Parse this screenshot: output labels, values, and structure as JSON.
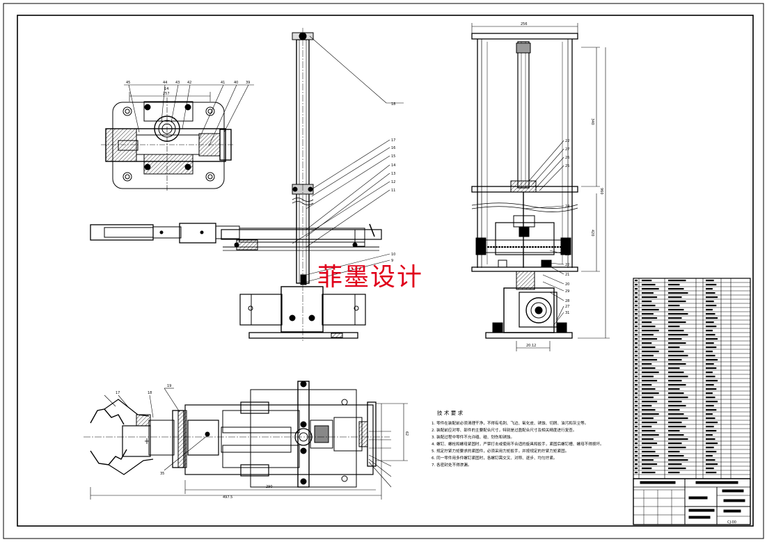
{
  "watermark": "菲墨设计",
  "colors": {
    "line": "#000000",
    "watermark": "#e0001a",
    "paper": "#ffffff"
  },
  "tech_req": {
    "title": "技 术 要 求",
    "items": [
      "1. 零件在装配前必须清理干净，不得有毛刺、飞边、氧化皮、锈蚀、切屑、油污和灰尘等。",
      "2. 装配前应对零、部件的主要配合尺寸，特别是过盈配合尺寸及相关精度进行复查。",
      "3. 装配过程中零件不允许磕、碰、划伤和锈蚀。",
      "4. 螺钉、螺栓和螺母紧固时，严禁打击或使用不合适的旋具和扳手，紧固后螺钉槽、螺母不得损坏。",
      "5. 规定拧紧力矩要求的紧固件，必须采用力矩扳手，并按规定的拧紧力矩紧固。",
      "6. 同一零件用多件螺钉紧固时，各螺钉需交叉、对称、逐步、均匀拧紧。",
      "7. 各密封处不得渗漏。"
    ]
  },
  "dims": {
    "top_width": "256",
    "right_upper": "340",
    "right_lower": "420",
    "right_total": "960",
    "bottom_total": "497.5",
    "bottom_inner": "290",
    "bottom_right": "62",
    "base_small": "20.12",
    "left_top_a": "257",
    "left_top_b": "14"
  },
  "callouts": {
    "left_view": [
      "45",
      "44",
      "43",
      "42",
      "41",
      "40",
      "39"
    ],
    "center_column": [
      "18",
      "17",
      "16",
      "15",
      "14",
      "13",
      "12",
      "11",
      "10",
      "9"
    ],
    "right_view": [
      "22",
      "27",
      "26",
      "25",
      "24",
      "23",
      "22",
      "21",
      "20",
      "29",
      "28",
      "27",
      "31"
    ],
    "bottom_view": [
      "19",
      "18",
      "17",
      "35"
    ]
  },
  "title_block": {
    "code": "CJ-00"
  }
}
